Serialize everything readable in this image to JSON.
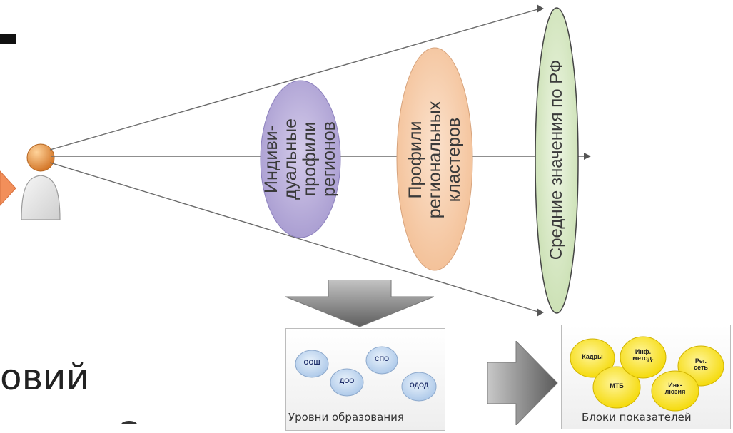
{
  "diagram": {
    "ellipses": {
      "individual": "Индиви-\nдуальные\nпрофили\nрегионов",
      "clusters": "Профили\nрегиональных\nкластеров",
      "averages": "Средние значения по РФ"
    },
    "levels_panel": {
      "caption": "Уровни образования",
      "items": [
        "ООШ",
        "СПО",
        "ДОО",
        "ОДОД"
      ]
    },
    "blocks_panel": {
      "caption": "Блоки показателей",
      "items": [
        "Кадры",
        "Инф.\nметод.",
        "Рег.\nсеть",
        "МТБ",
        "Инк-\nлюзия"
      ]
    }
  },
  "background_text": {
    "fragment": "овий"
  },
  "colors": {
    "purple": "#a79bd0",
    "orange": "#f3bf95",
    "green": "#d7e8c4",
    "blue_bubble": "#c6daf1",
    "yellow_bubble": "#ffe600",
    "arrow_orange": "#f28f5a"
  }
}
